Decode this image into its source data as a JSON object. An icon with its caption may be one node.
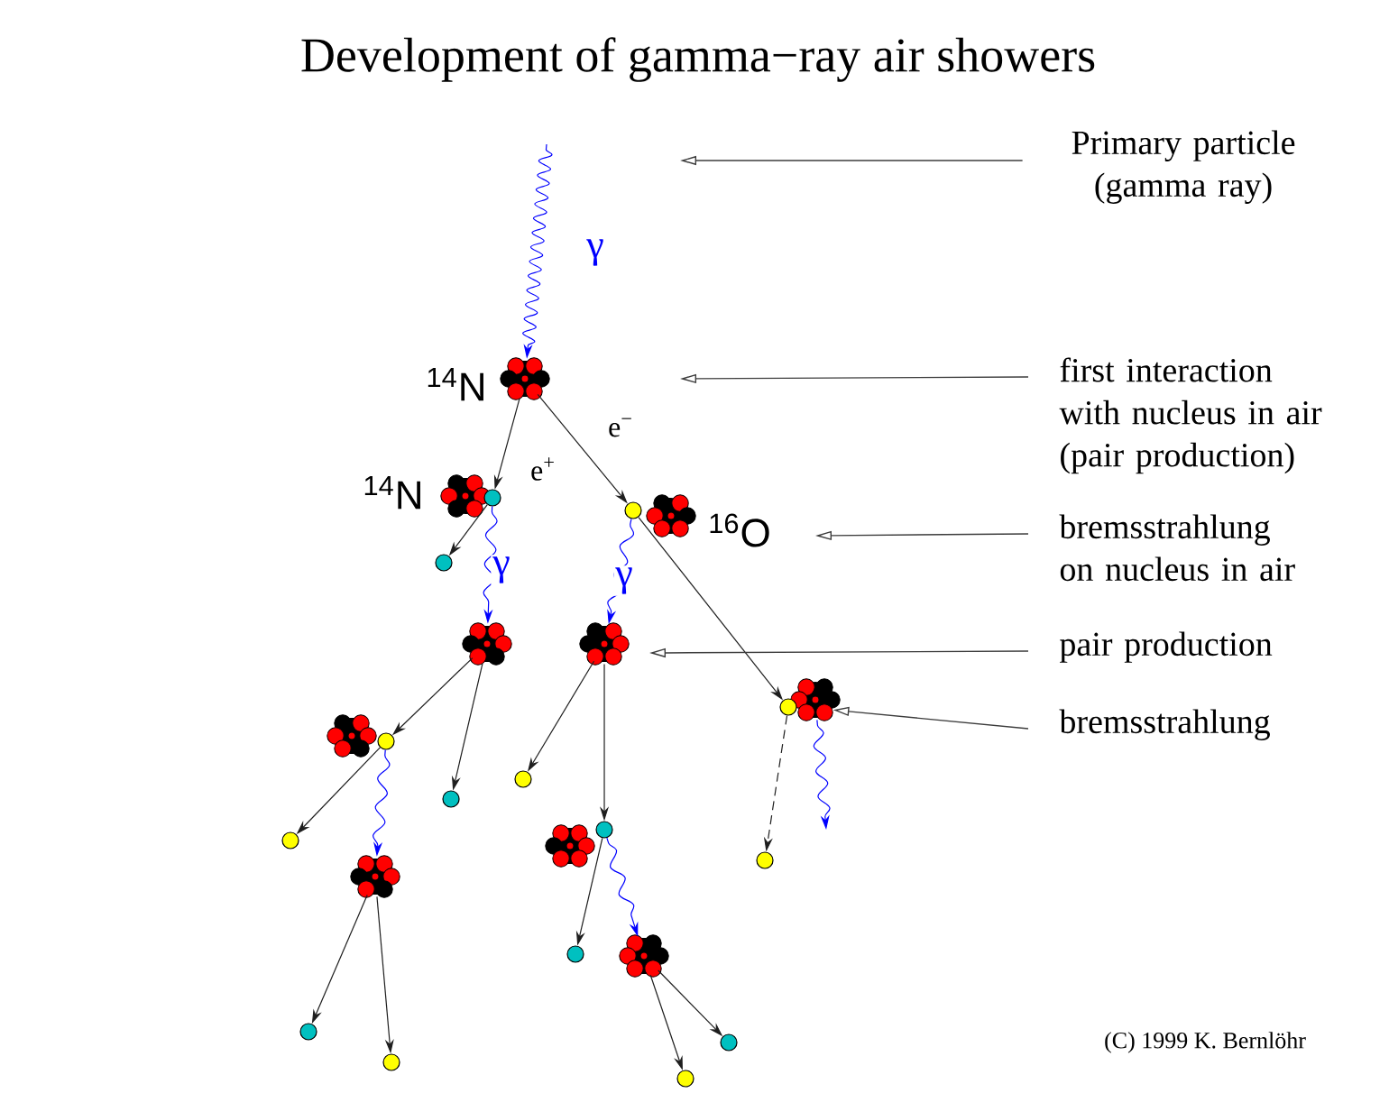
{
  "diagram": {
    "title": "Development of gamma−ray air showers",
    "nodes": [
      {
        "text": [
          "Primary particle (gamma ray)"
        ]
      },
      {
        "text": [
          "first interaction with nucleus in air (pair production)"
        ]
      },
      {
        "text": [
          "bremsstrahlung on nucleus in air"
        ]
      },
      {
        "text": [
          "pair production"
        ]
      },
      {
        "text": [
          "bremsstrahlung"
        ]
      },
      {
        "text": [],
        "shape": "picture",
        "beside": [
          "$^{14}$N"
        ]
      },
      {
        "text": [],
        "shape": "picture",
        "beside": [
          "$^{14}$N"
        ]
      },
      {
        "text": [],
        "shape": "circle"
      },
      {
        "text": [],
        "shape": "circle"
      },
      {
        "text": [],
        "shape": "picture",
        "beside": [
          "$^{16}$O"
        ]
      },
      {
        "text": [],
        "shape": "circle"
      },
      {
        "text": [],
        "shape": "picture"
      },
      {
        "text": [],
        "shape": "picture"
      },
      {
        "text": [],
        "shape": "picture"
      },
      {
        "text": [],
        "shape": "circle"
      },
      {
        "text": [],
        "shape": "picture"
      },
      {
        "text": [],
        "shape": "circle"
      },
      {
        "text": [],
        "shape": "circle"
      },
      {
        "text": [],
        "shape": "circle"
      },
      {
        "text": [],
        "shape": "circle"
      },
      {
        "text": [],
        "shape": "picture"
      },
      {
        "text": [],
        "shape": "circle"
      },
      {
        "text": [],
        "shape": "circle"
      },
      {
        "text": [],
        "shape": "picture"
      },
      {
        "text": [],
        "shape": "circle"
      },
      {
        "text": [],
        "shape": "picture"
      },
      {
        "text": [],
        "shape": "circle"
      },
      {
        "text": [],
        "shape": "circle"
      },
      {
        "text": [],
        "shape": "circle"
      },
      {
        "text": [],
        "shape": "circle"
      }
    ],
    "edges": [
      {
        "from": null,
        "to": 5,
        "arrow": "to",
        "color": "#0000ff",
        "label": "γ"
      },
      {
        "from": 5,
        "to": 7,
        "arrow": "to",
        "label": "e$^{+}$"
      },
      {
        "from": 5,
        "to": 8,
        "arrow": "to",
        "label": "e$^{−}$"
      },
      {
        "from": 7,
        "to": 10,
        "arrow": "to"
      },
      {
        "from": 7,
        "to": 11,
        "arrow": "to",
        "color": "#0000ff",
        "label": "γ"
      },
      {
        "from": 8,
        "to": 14,
        "arrow": "to"
      },
      {
        "from": 8,
        "to": 12,
        "arrow": "to",
        "color": "#0000ff",
        "label": "γ"
      },
      {
        "from": 11,
        "to": 16,
        "arrow": "to"
      },
      {
        "from": 11,
        "to": 18,
        "arrow": "to"
      },
      {
        "from": 12,
        "to": 17,
        "arrow": "to"
      },
      {
        "from": 12,
        "to": 19,
        "arrow": "to"
      },
      {
        "from": 16,
        "to": 21,
        "arrow": "to"
      },
      {
        "from": 16,
        "to": 23,
        "arrow": "to",
        "color": "#0000ff"
      },
      {
        "from": 14,
        "to": 22,
        "arrow": "to",
        "style": "dashed"
      },
      {
        "from": 13,
        "to": null,
        "arrow": "to",
        "color": "#0000ff"
      },
      {
        "from": 19,
        "to": 24,
        "arrow": "to"
      },
      {
        "from": 19,
        "to": 25,
        "arrow": "to",
        "color": "#0000ff"
      },
      {
        "from": 23,
        "to": 26,
        "arrow": "to"
      },
      {
        "from": 23,
        "to": 28,
        "arrow": "to"
      },
      {
        "from": 25,
        "to": 29,
        "arrow": "to"
      },
      {
        "from": 25,
        "to": 27,
        "arrow": "to"
      },
      {
        "from": 0,
        "to": null,
        "arrow": "to"
      },
      {
        "from": 1,
        "to": null,
        "arrow": "to"
      },
      {
        "from": 2,
        "to": null,
        "arrow": "to"
      },
      {
        "from": 3,
        "to": null,
        "arrow": "to"
      },
      {
        "from": 4,
        "to": 13,
        "arrow": "to"
      }
    ],
    "labels": [
      "(C) 1999 K. Bernlöhr"
    ]
  }
}
